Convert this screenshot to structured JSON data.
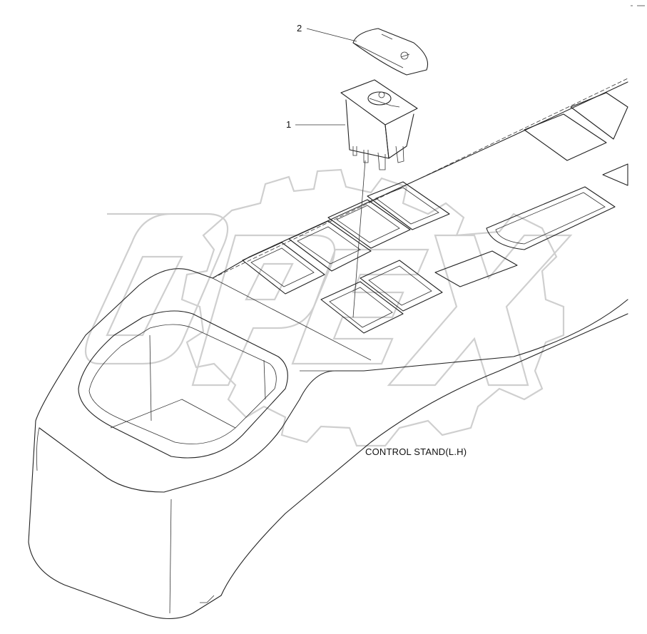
{
  "diagram": {
    "caption": "CONTROL STAND(L.H)",
    "callouts": [
      {
        "number": "1",
        "part": "switch"
      },
      {
        "number": "2",
        "part": "switch cap"
      }
    ],
    "watermark": "OPEX",
    "colors": {
      "line": "#222222",
      "watermark": "#cfcfcf",
      "background": "#ffffff"
    }
  }
}
